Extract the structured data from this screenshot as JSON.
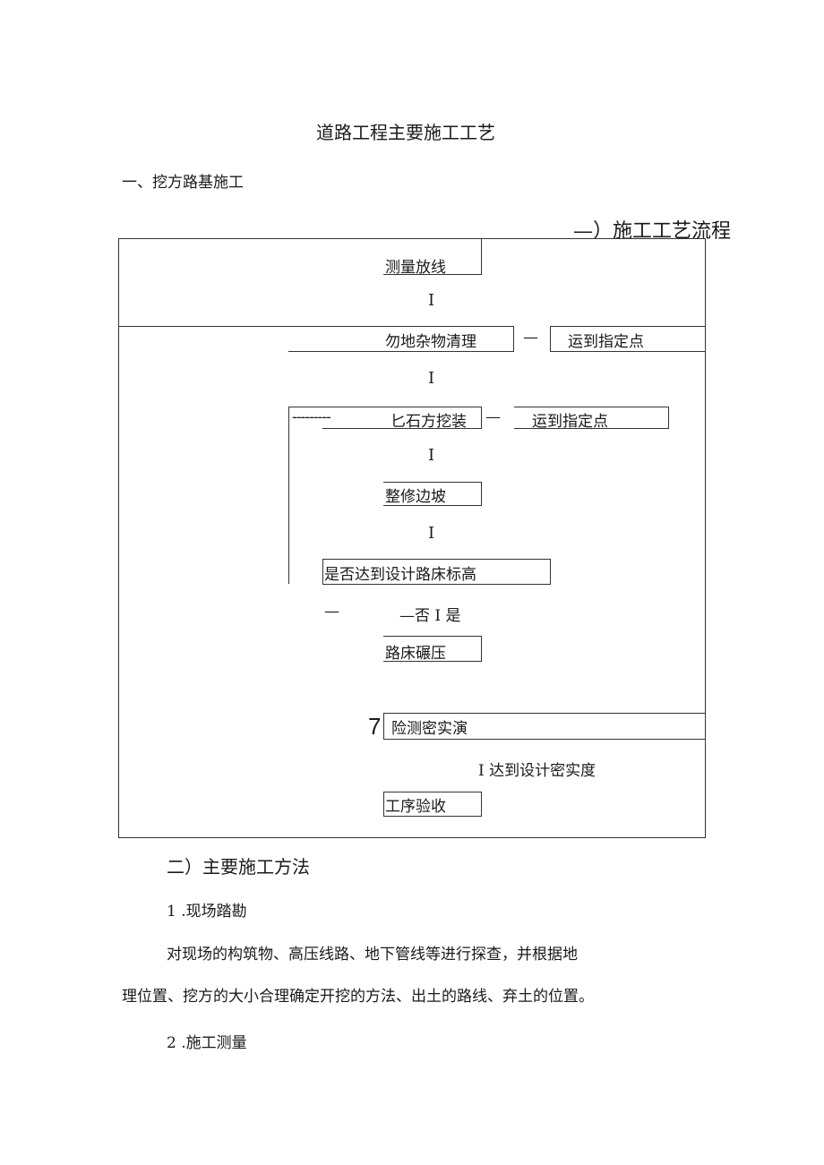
{
  "document": {
    "title": "道路工程主要施工工艺",
    "section1": "一、挖方路基施工",
    "subsection1": "—）施工工艺流程",
    "subsection2": "二）主要施工方法",
    "item1_heading": "1 .现场踏勘",
    "paragraph1_line1": "对现场的构筑物、高压线路、地下管线等进行探查，并根据地",
    "paragraph1_line2": "理位置、挖方的大小合理确定开挖的方法、出土的路线、弃土的位置。",
    "item2_heading": "2 .施工测量"
  },
  "flowchart": {
    "step1": "测量放线",
    "arrow1": "I",
    "step2": "勿地杂物清理",
    "dash2": "—",
    "side2": "运到指定点",
    "arrow2": "I",
    "dashes3": "---------",
    "step3": "匕石方挖装",
    "dash3": "—",
    "side3": "运到指定点",
    "arrow3": "I",
    "step4": "整修边坡",
    "arrow4": "I",
    "step5": "是否达到设计路床标高",
    "no_dash": "—",
    "branch": "—否 I 是",
    "step6": "路床碾压",
    "marker7": "7",
    "step7": "险测密实演",
    "check": "I 达到设计密实度",
    "step8": "工序验收"
  }
}
